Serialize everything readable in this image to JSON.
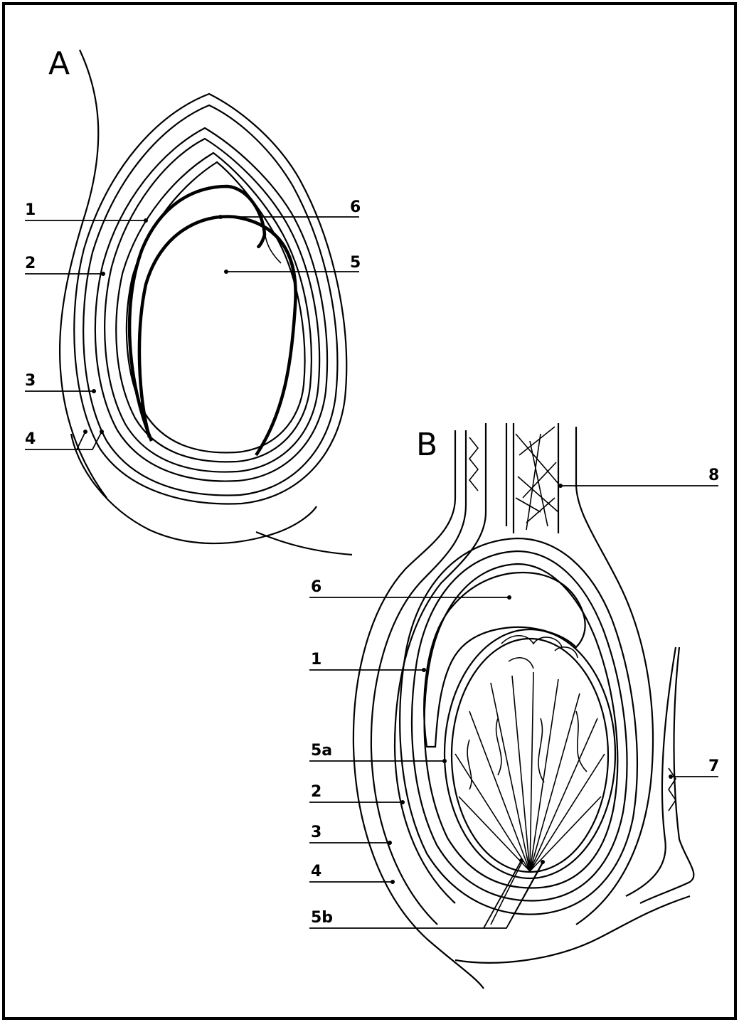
{
  "panel_a": {
    "title": "A",
    "labels": [
      "1",
      "2",
      "3",
      "4",
      "5",
      "6"
    ]
  },
  "panel_b": {
    "title": "B",
    "labels": [
      "6",
      "1",
      "5a",
      "2",
      "3",
      "4",
      "5b",
      "7",
      "8"
    ]
  }
}
